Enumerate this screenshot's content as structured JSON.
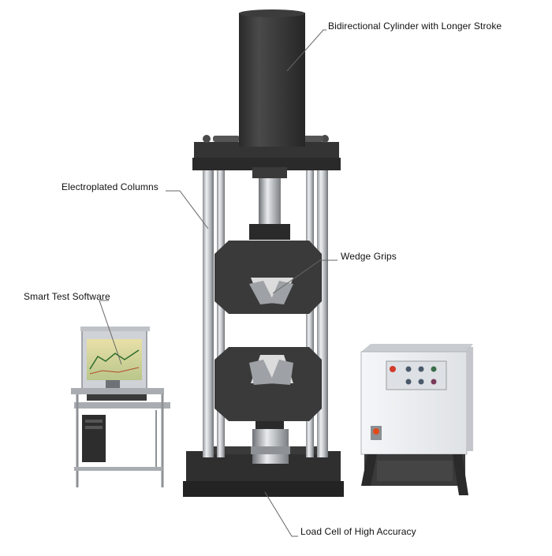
{
  "labels": {
    "cylinder": "Bidirectional Cylinder with Longer Stroke",
    "columns": "Electroplated Columns",
    "grips": "Wedge Grips",
    "software": "Smart Test Software",
    "load_cell": "Load Cell of High Accuracy"
  },
  "colors": {
    "frame": "#333333",
    "column": "#c9ccd0",
    "chrome": "#b9bcc0",
    "cabinet": "#e8ebee",
    "line": "#555555"
  },
  "icons": {
    "power_indicator": "red-lamp",
    "control_buttons": "push-buttons"
  }
}
